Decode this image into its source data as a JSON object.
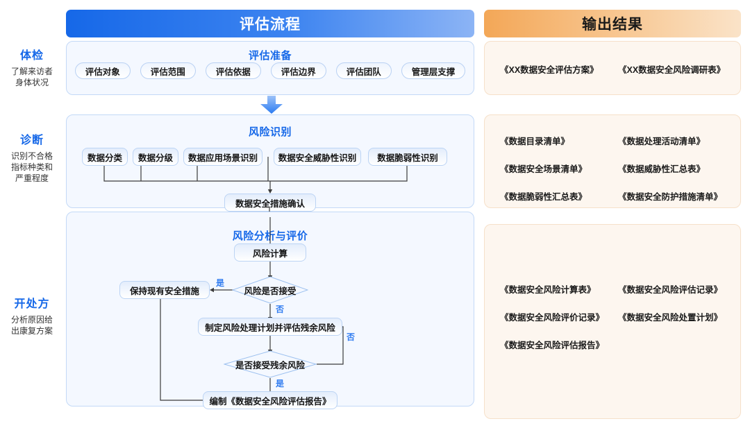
{
  "headers": {
    "left": "评估流程",
    "right": "输出结果"
  },
  "colors": {
    "blue_accent": "#1668e8",
    "orange_accent": "#f3a757",
    "panel_bg": "#f4f8ff",
    "output_bg": "#fdf6ef",
    "edge_label": "#2f7bf0"
  },
  "stages": [
    {
      "title": "体检",
      "desc_line1": "了解来访者",
      "desc_line2": "身体状况"
    },
    {
      "title": "诊断",
      "desc_line1": "识别不合格",
      "desc_line2": "指标种类和",
      "desc_line3": "严重程度"
    },
    {
      "title": "开处方",
      "desc_line1": "分析原因给",
      "desc_line2": "出康复方案"
    }
  ],
  "panels": [
    {
      "title": "评估准备",
      "pills": [
        "评估对象",
        "评估范围",
        "评估依据",
        "评估边界",
        "评估团队",
        "管理层支撑"
      ]
    },
    {
      "title": "风险识别",
      "nodes": [
        "数据分类",
        "数据分级",
        "数据应用场景识别",
        "数据安全威胁性识别",
        "数据脆弱性识别"
      ],
      "merge_node": "数据安全措施确认"
    },
    {
      "title": "风险分析与评价",
      "nodes": {
        "risk_calc": "风险计算",
        "keep_measures": "保持现有安全措施",
        "decision_accept": "风险是否接受",
        "treatment_plan": "制定风险处理计划并评估残余风险",
        "decision_residual": "是否接受残余风险",
        "compile_report": "编制《数据安全风险评估报告》"
      },
      "edge_labels": {
        "accept_yes": "是",
        "accept_no": "否",
        "residual_no": "否",
        "residual_yes": "是"
      }
    }
  ],
  "outputs": [
    {
      "docs": [
        "《XX数据安全评估方案》",
        "《XX数据安全风险调研表》"
      ]
    },
    {
      "docs": [
        "《数据目录清单》",
        "《数据处理活动清单》",
        "《数据安全场景清单》",
        "《数据威胁性汇总表》",
        "《数据脆弱性汇总表》",
        "《数据安全防护措施清单》"
      ]
    },
    {
      "docs": [
        "《数据安全风险计算表》",
        "《数据安全风险评估记录》",
        "《数据安全风险评价记录》",
        "《数据安全风险处置计划》",
        "《数据安全风险评估报告》",
        ""
      ]
    }
  ]
}
